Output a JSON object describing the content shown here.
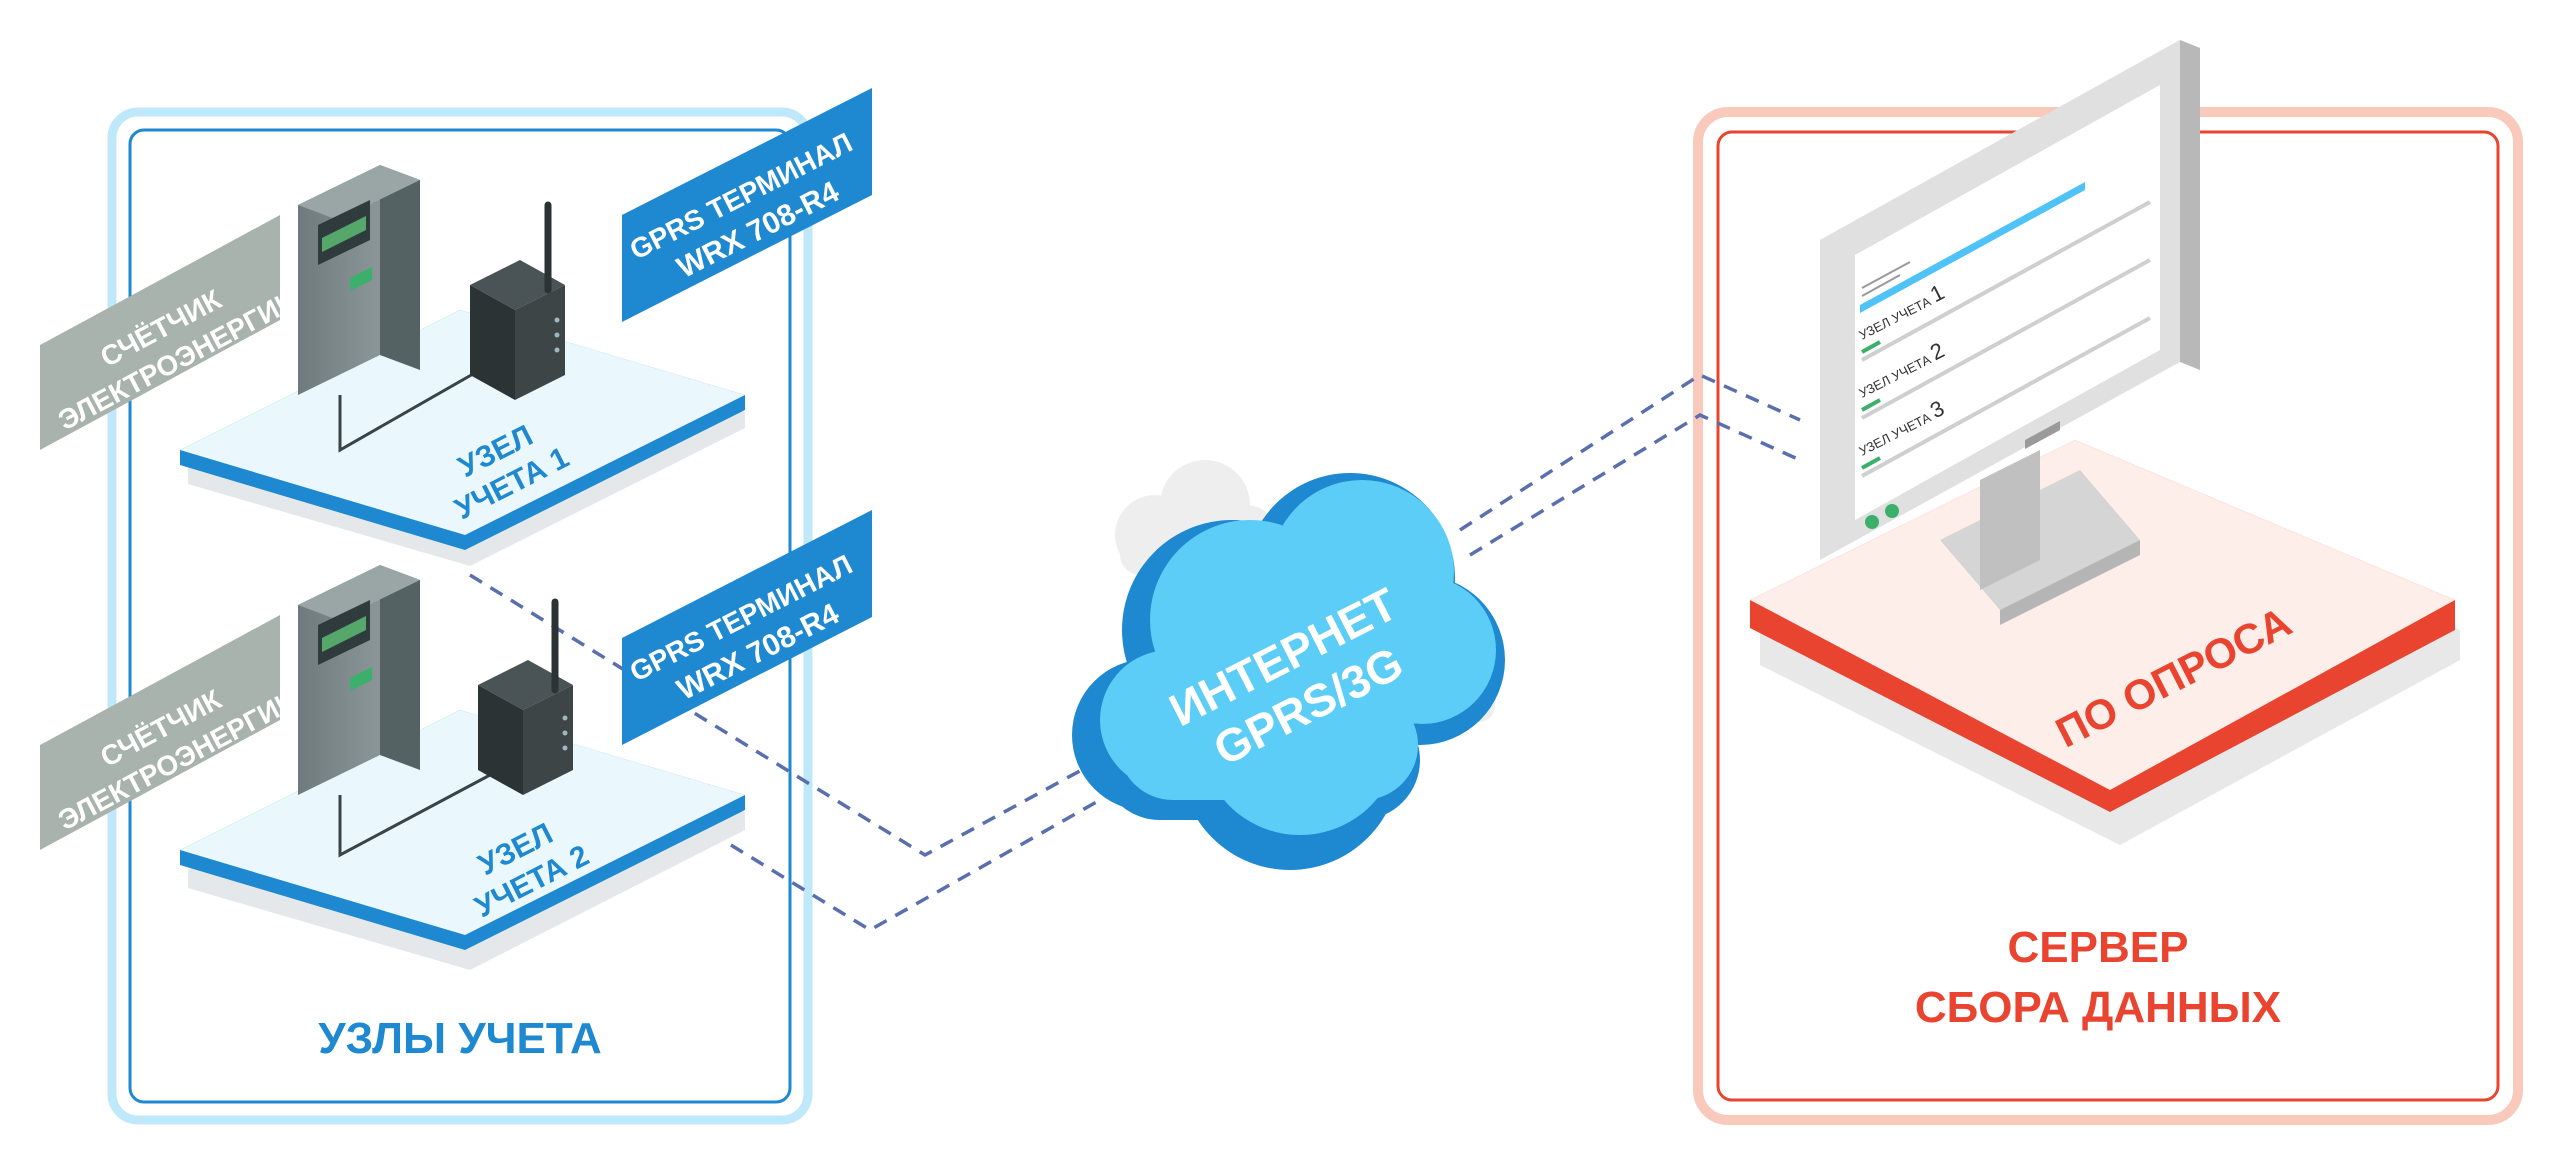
{
  "left_group": {
    "title": "УЗЛЫ УЧЕТА",
    "nodes": [
      {
        "plate_label": [
          "УЗЕЛ",
          "УЧЕТА 1"
        ],
        "meter_tag": [
          "СЧЁТЧИК",
          "ЭЛЕКТРОЭНЕРГИИ"
        ],
        "terminal_tag": [
          "GPRS ТЕРМИНАЛ",
          "WRX 708-R4"
        ]
      },
      {
        "plate_label": [
          "УЗЕЛ",
          "УЧЕТА 2"
        ],
        "meter_tag": [
          "СЧЁТЧИК",
          "ЭЛЕКТРОЭНЕРГИИ"
        ],
        "terminal_tag": [
          "GPRS ТЕРМИНАЛ",
          "WRX 708-R4"
        ]
      }
    ]
  },
  "cloud": {
    "label": [
      "ИНТЕРНЕТ",
      "GPRS/3G"
    ]
  },
  "right_group": {
    "title": [
      "СЕРВЕР",
      "СБОРА ДАННЫХ"
    ],
    "plate_label": "ПО ОПРОСА",
    "screen_rows": [
      {
        "label": "УЗЕЛ УЧЕТА",
        "num": "1"
      },
      {
        "label": "УЗЕЛ УЧЕТА",
        "num": "2"
      },
      {
        "label": "УЗЕЛ УЧЕТА",
        "num": "3"
      }
    ]
  },
  "colors": {
    "blue_accent": "#1e88d0",
    "light_blue_frame": "#bfe9fb",
    "red_accent": "#e8442f",
    "light_red_frame": "#f9c9bb",
    "tag_gray": "#a8b3ae",
    "cloud_light": "#5ccdf6",
    "cloud_dark": "#1e88d0",
    "connection_line": "#5a6fae"
  }
}
